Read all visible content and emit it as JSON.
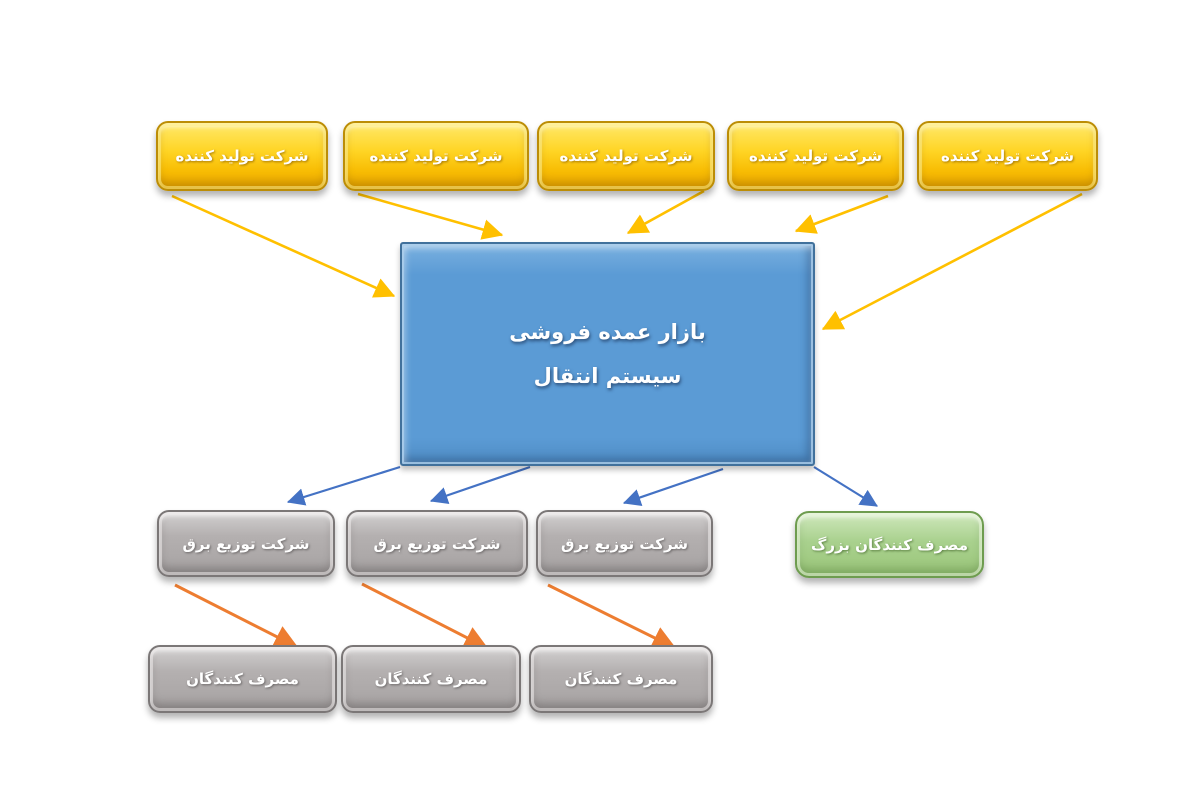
{
  "nodes": {
    "producers": [
      {
        "label": "شرکت تولید کننده"
      },
      {
        "label": "شرکت تولید کننده"
      },
      {
        "label": "شرکت تولید کننده"
      },
      {
        "label": "شرکت تولید کننده"
      },
      {
        "label": "شرکت تولید کننده"
      }
    ],
    "wholesale_market": {
      "line1": "بازار عمده فروشی",
      "line2": "سیستم انتقال"
    },
    "distributors": [
      {
        "label": "شرکت توزیع برق"
      },
      {
        "label": "شرکت توزیع برق"
      },
      {
        "label": "شرکت توزیع برق"
      }
    ],
    "large_consumers": {
      "label": "مصرف کنندگان بزرگ"
    },
    "consumers": [
      {
        "label": "مصرف کنندگان"
      },
      {
        "label": "مصرف کنندگان"
      },
      {
        "label": "مصرف کنندگان"
      }
    ]
  },
  "colors": {
    "producer_box": "#FFD525",
    "producer_border": "#BC8D06",
    "market_box": "#5B9BD5",
    "market_border": "#41719C",
    "distributor_box": "#ACA8A8",
    "distributor_border": "#7B7777",
    "large_consumer_box": "#A9D18E",
    "large_consumer_border": "#6E9C4F",
    "producer_arrow": "#FFC000",
    "market_arrow": "#4472C4",
    "distributor_arrow": "#ED7D31"
  }
}
